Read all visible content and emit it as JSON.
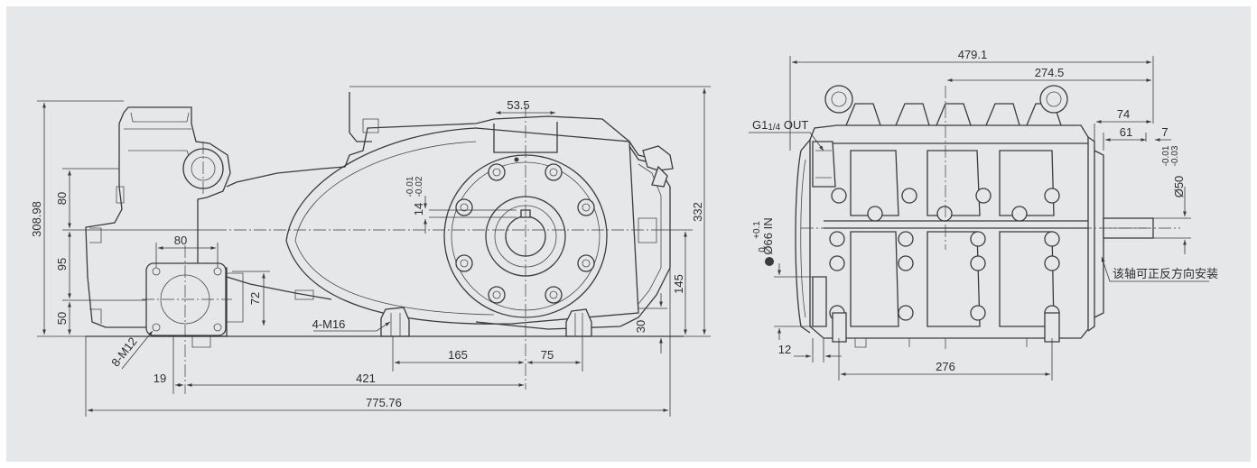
{
  "colors": {
    "background": "#e6e7e8",
    "line": "#3b3b3b",
    "frame": "#ffffff"
  },
  "front_view": {
    "dims": {
      "d_308_98": "308.98",
      "d_80_v": "80",
      "d_95": "95",
      "d_50": "50",
      "d_80_h": "80",
      "d_72": "72",
      "d_53_5": "53.5",
      "d_14": "14",
      "d_14_tol_top": "-0.01",
      "d_14_tol_bot": "-0.02",
      "d_332": "332",
      "d_145": "145",
      "d_30": "30",
      "d_4m16": "4-M16",
      "d_8m12": "8-M12",
      "d_165": "165",
      "d_75": "75",
      "d_19": "19",
      "d_421": "421",
      "d_775_76": "775.76"
    }
  },
  "side_view": {
    "dims": {
      "d_479_1": "479.1",
      "d_274_5": "274.5",
      "d_74": "74",
      "d_61": "61",
      "d_7": "7",
      "d_phi50": "Ø50",
      "d_phi50_tol_top": "-0.01",
      "d_phi50_tol_bot": "-0.03",
      "d_12": "12",
      "d_276": "276"
    },
    "labels": {
      "outlet_prefix": "G1",
      "outlet_sub": "1/4",
      "outlet_suffix": " OUT",
      "inlet_prefix": "Ø66",
      "inlet_tol_top": "+0.1",
      "inlet_tol_bot": "0",
      "inlet_suffix": " IN",
      "shaft_note": "该轴可正反方向安装"
    }
  }
}
